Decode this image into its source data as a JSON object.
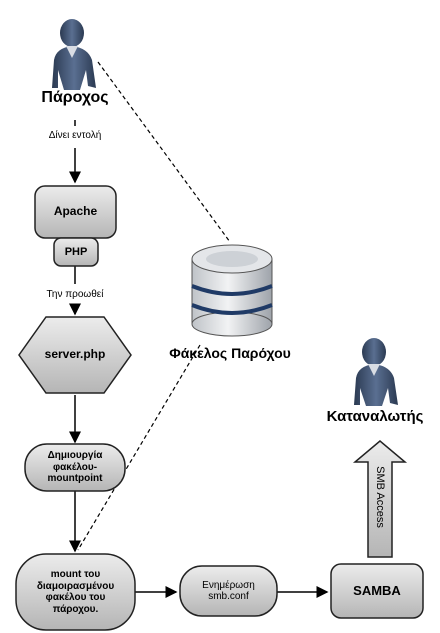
{
  "provider": {
    "label": "Πάροχος",
    "icon": "person-icon"
  },
  "consumer": {
    "label": "Καταναλωτής",
    "icon": "person-icon"
  },
  "provider_folder": {
    "label": "Φάκελος Παρόχου",
    "icon": "database-icon"
  },
  "edges": {
    "gives_command": "Δίνει εντολή",
    "forwards": "Την προωθεί",
    "smb_access": "SMB Access"
  },
  "nodes": {
    "apache": "Apache",
    "php": "PHP",
    "server_php": "server.php",
    "create_mountpoint": "Δημιουργία φακέλου-mountpoint",
    "mount_shared": "mount του διαμοιρασμένου φακέλου του πάροχου.",
    "update_smb": "Ενημέρωση smb.conf",
    "samba": "SAMBA"
  },
  "colors": {
    "node_fill_top": "#e6e6e6",
    "node_fill_bottom": "#b8b8b8",
    "person_fill": "#3d4f6b",
    "db_stripe": "#1f3a66"
  }
}
